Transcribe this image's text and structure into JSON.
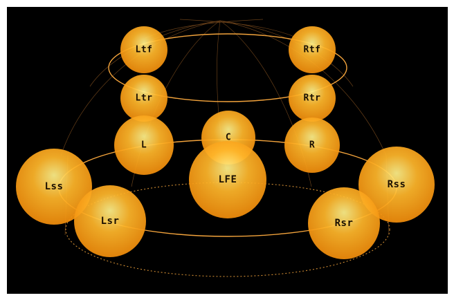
{
  "panel": {
    "name": "surround-speaker-panner",
    "background": "#000000",
    "ring_color": "#f4a43c",
    "grid_color": "#7a4b1e",
    "ball_colors": {
      "highlight": "#fff08a",
      "mid": "#ffb62a",
      "edge": "#f08a0a"
    }
  },
  "speakers": [
    {
      "id": "ltf",
      "label": "Ltf",
      "layer": "top"
    },
    {
      "id": "rtf",
      "label": "Rtf",
      "layer": "top"
    },
    {
      "id": "ltr",
      "label": "Ltr",
      "layer": "top"
    },
    {
      "id": "rtr",
      "label": "Rtr",
      "layer": "top"
    },
    {
      "id": "l",
      "label": "L",
      "layer": "ear"
    },
    {
      "id": "c",
      "label": "C",
      "layer": "ear"
    },
    {
      "id": "r",
      "label": "R",
      "layer": "ear"
    },
    {
      "id": "lfe",
      "label": "LFE",
      "layer": "floor"
    },
    {
      "id": "lss",
      "label": "Lss",
      "layer": "ear"
    },
    {
      "id": "rss",
      "label": "Rss",
      "layer": "ear"
    },
    {
      "id": "lsr",
      "label": "Lsr",
      "layer": "ear"
    },
    {
      "id": "rsr",
      "label": "Rsr",
      "layer": "ear"
    }
  ]
}
